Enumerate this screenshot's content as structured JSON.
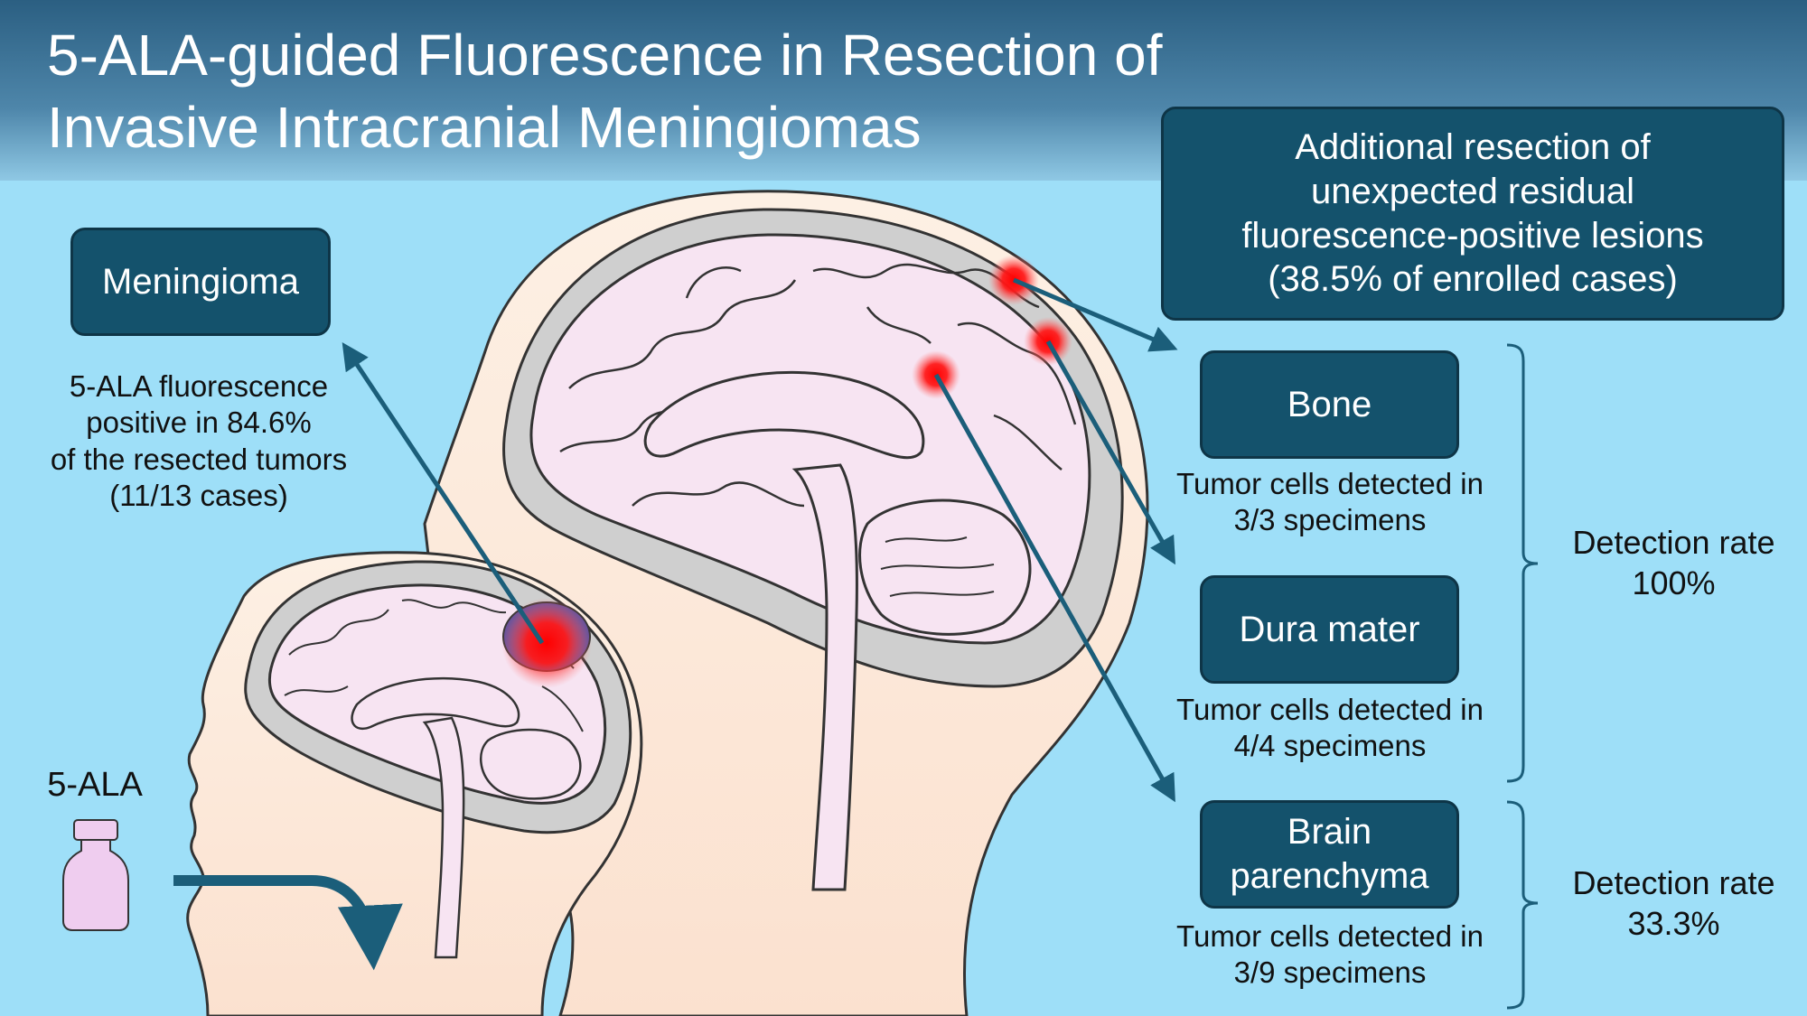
{
  "header": {
    "title_lines": [
      "5-ALA-guided Fluorescence in Resection of",
      "Invasive Intracranial Meningiomas"
    ]
  },
  "left": {
    "meningioma_label": "Meningioma",
    "fluorescence_lines": [
      "5-ALA fluorescence",
      "positive in 84.6%",
      "of the resected tumors",
      "(11/13 cases)"
    ],
    "drug_label": "5-ALA"
  },
  "right": {
    "additional_lines": [
      "Additional resection of",
      "unexpected residual",
      "fluorescence-positive lesions",
      "(38.5% of enrolled cases)"
    ],
    "sites": [
      {
        "label_lines": [
          "Bone"
        ],
        "detail_lines": [
          "Tumor cells detected in",
          "3/3 specimens"
        ]
      },
      {
        "label_lines": [
          "Dura mater"
        ],
        "detail_lines": [
          "Tumor cells detected in",
          "4/4 specimens"
        ]
      },
      {
        "label_lines": [
          "Brain",
          "parenchyma"
        ],
        "detail_lines": [
          "Tumor cells detected in",
          "3/9 specimens"
        ]
      }
    ],
    "detection_rates": [
      {
        "lines": [
          "Detection rate",
          "100%"
        ]
      },
      {
        "lines": [
          "Detection rate",
          "33.3%"
        ]
      }
    ]
  },
  "colors": {
    "background": "#9edff8",
    "box_fill": "#14526c",
    "arrow": "#1b5e7a",
    "skin": "#fbe6d6",
    "skull": "#cfcfcf",
    "brain": "#f7e4f2",
    "fluorescence": "#ff1a1a"
  },
  "icons": {
    "vial": "vial-icon",
    "ingestion_arrow": "curved-arrow-icon"
  }
}
